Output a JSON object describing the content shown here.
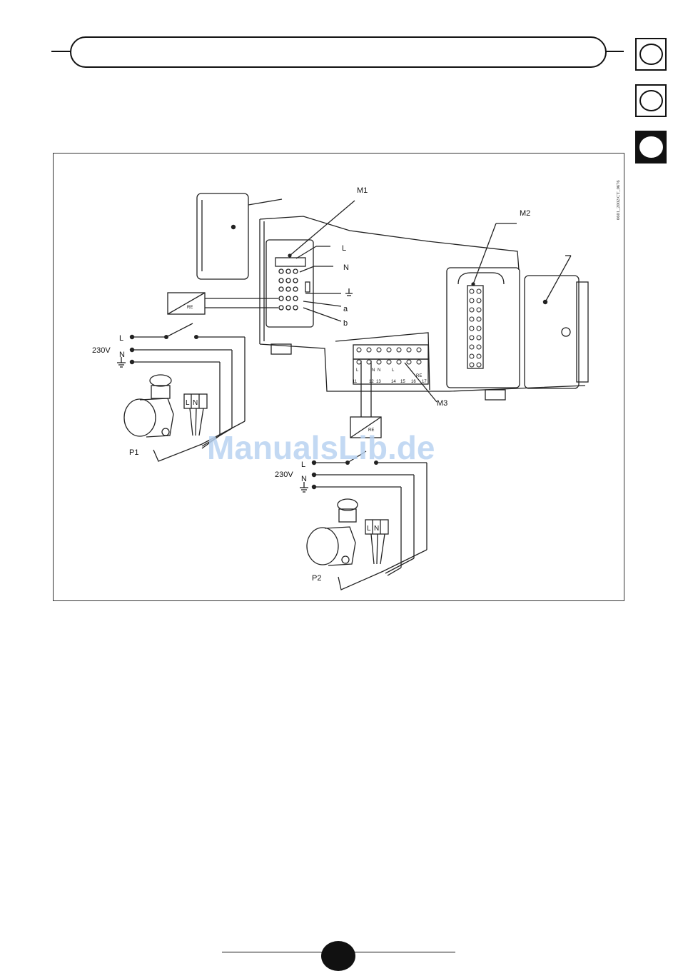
{
  "header": {
    "title": ""
  },
  "language_tabs": [
    {
      "active": false
    },
    {
      "active": false
    },
    {
      "active": true
    }
  ],
  "figure": {
    "code": "0601_2002/CT_0676",
    "modules": {
      "m1": "M1",
      "m2": "M2",
      "m3": "M3"
    },
    "m1_terminals": {
      "l": "L",
      "n": "N",
      "a": "a",
      "b": "b"
    },
    "relay": "RE",
    "supply_left": {
      "voltage": "230V",
      "l": "L",
      "n": "N"
    },
    "supply_right": {
      "voltage": "230V",
      "l": "L",
      "n": "N"
    },
    "pump_left": {
      "label": "P1",
      "terminals": [
        "L",
        "N"
      ]
    },
    "pump_right": {
      "label": "P2",
      "terminals": [
        "L",
        "N"
      ]
    },
    "m3_top_labels": [
      "L",
      "N",
      "N",
      "L"
    ],
    "m3_numbers": [
      "11",
      "12",
      "13",
      "14",
      "15",
      "16",
      "17"
    ],
    "m3_re": "RE"
  },
  "watermark": "ManualsLib.de",
  "colors": {
    "ink": "#111111",
    "watermark": "#b9d3f1"
  }
}
